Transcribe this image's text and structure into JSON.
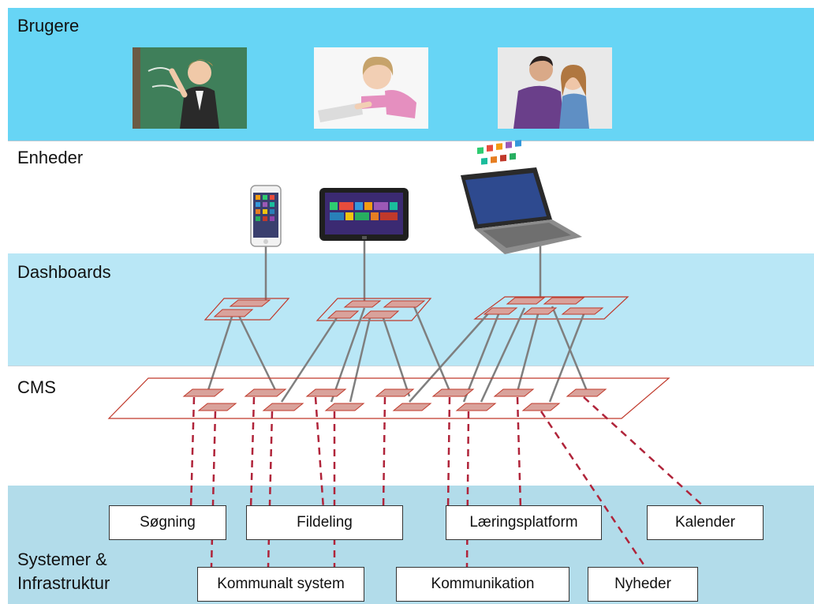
{
  "layers": {
    "brugere": "Brugere",
    "enheder": "Enheder",
    "dashboards": "Dashboards",
    "cms": "CMS",
    "systemer_line1": "Systemer &",
    "systemer_line2": "Infrastruktur"
  },
  "users": [
    {
      "name": "teacher-photo"
    },
    {
      "name": "child-photo"
    },
    {
      "name": "couple-photo"
    }
  ],
  "devices": [
    "smartphone-icon",
    "tablet-icon",
    "laptop-icon"
  ],
  "systems_top": [
    "Søgning",
    "Fildeling",
    "Læringsplatform",
    "Kalender"
  ],
  "systems_bottom": [
    "Kommunalt system",
    "Kommunikation",
    "Nyheder"
  ],
  "colors": {
    "brugere_band": "#67d5f5",
    "dashboards_band": "#b9e7f6",
    "systems_band": "#b2dcea",
    "module_fill": "#d9a29b",
    "module_stroke": "#c0392b",
    "link_gray": "#7f7f7f",
    "dash_link": "#b0243a"
  }
}
